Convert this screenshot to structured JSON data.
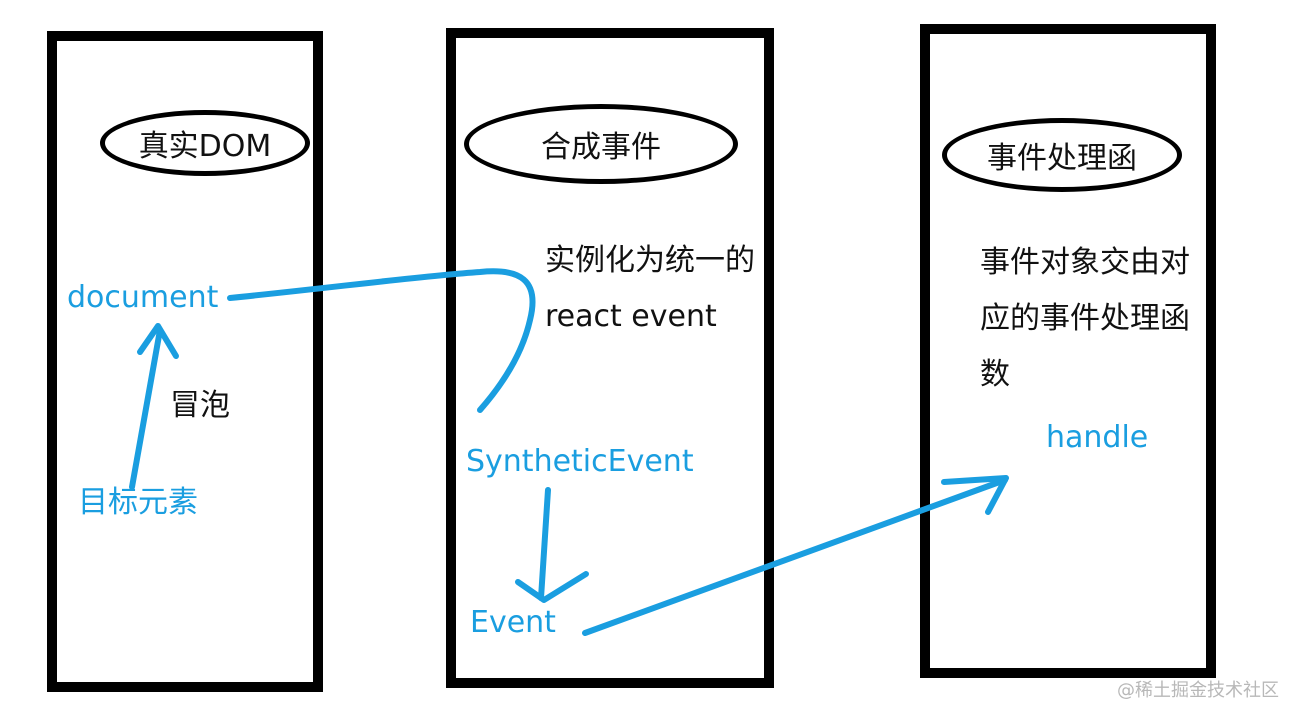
{
  "columns": {
    "real_dom": {
      "title": "真实DOM",
      "document_label": "document",
      "bubble_label": "冒泡",
      "target_label": "目标元素"
    },
    "synthetic": {
      "title": "合成事件",
      "note_line1": "实例化为统一的",
      "note_line2": "react event",
      "synthetic_event_label": "SyntheticEvent",
      "event_label": "Event"
    },
    "handler": {
      "title": "事件处理函",
      "note_line1": "事件对象交由对",
      "note_line2": "应的事件处理函",
      "note_line3": "数",
      "handle_label": "handle"
    }
  },
  "colors": {
    "line": "#000000",
    "accent": "#1a9ee0"
  },
  "watermark": "@稀土掘金技术社区"
}
